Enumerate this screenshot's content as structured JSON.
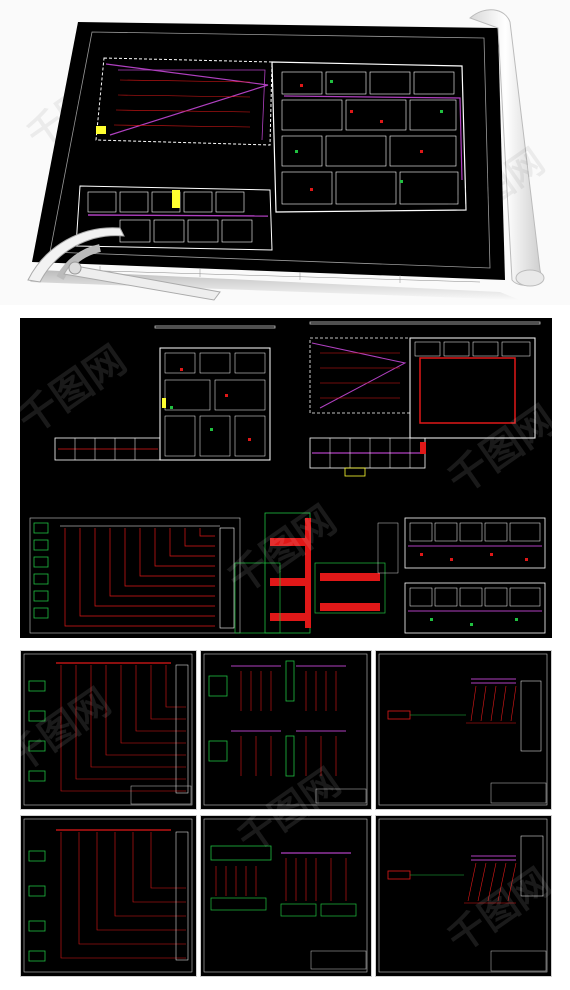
{
  "watermark": {
    "text": "千图网",
    "logo_mark": "千"
  },
  "colors": {
    "background": "#000000",
    "wall": "#ffffff",
    "power_line": "#e01818",
    "signal_line": "#b040c0",
    "device": "#20c040",
    "highlight": "#ffff30",
    "frame": "#c8c8c8"
  },
  "icons": [
    "protractor-icon",
    "rolled-paper-icon"
  ],
  "sections": {
    "hero": "perspective-floor-plan",
    "overview": "combined-drawing-sheet",
    "detail_sheets": 6
  }
}
